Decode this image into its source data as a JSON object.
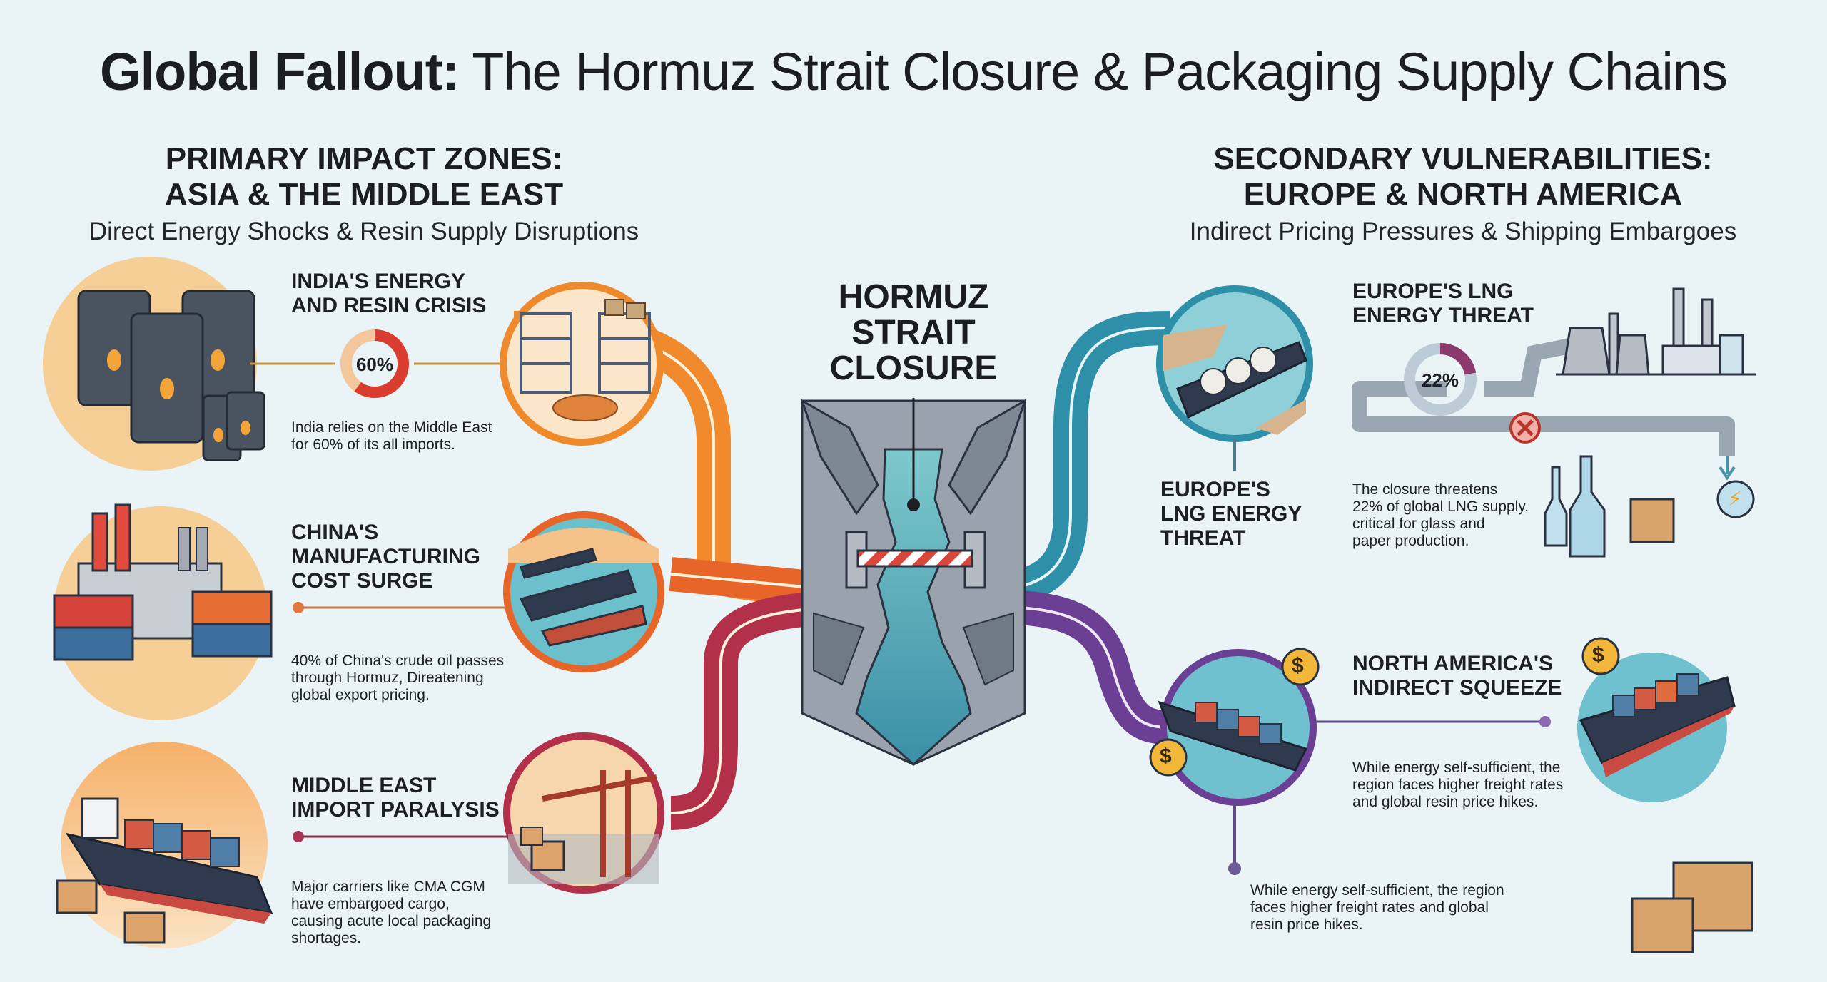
{
  "header": {
    "title_bold": "Global Fallout:",
    "title_rest": " The Hormuz Strait Closure & Packaging Supply Chains"
  },
  "left_section": {
    "heading_line1": "PRIMARY IMPACT ZONES:",
    "heading_line2": "ASIA & THE MIDDLE EAST",
    "subheading": "Direct Energy Shocks & Resin Supply Disruptions",
    "items": [
      {
        "title_line1": "INDIA'S ENERGY",
        "title_line2": "AND RESIN CRISIS",
        "stat": "60%",
        "stat_value": 60,
        "description_line1": "India relies on the Middle East",
        "description_line2": "for 60% of its all imports.",
        "illustration": "oil-barrels",
        "circle_illustration": "warehouse-shelves-resin",
        "color": "#f08a2c"
      },
      {
        "title_line1": "CHINA'S",
        "title_line2": "MANUFACTURING",
        "title_line3": "COST SURGE",
        "description_line1": "40% of China's crude oil passes",
        "description_line2": "through Hormuz, Direatening",
        "description_line3": "global export pricing.",
        "illustration": "factory-containers",
        "circle_illustration": "tanker-ships",
        "color": "#e8652a"
      },
      {
        "title_line1": "MIDDLE EAST",
        "title_line2": "IMPORT PARALYSIS",
        "description_line1": "Major carriers like CMA CGM",
        "description_line2": "have embargoed cargo,",
        "description_line3": "causing acute local packaging",
        "description_line4": "shortages.",
        "illustration": "container-ship-boxes",
        "circle_illustration": "port-crane-boxes",
        "color": "#b3304a"
      }
    ]
  },
  "center": {
    "title_line1": "HORMUZ",
    "title_line2": "STRAIT",
    "title_line3": "CLOSURE",
    "illustration": "strait-barrier"
  },
  "right_section": {
    "heading_line1": "SECONDARY VULNERABILITIES:",
    "heading_line2": "EUROPE & NORTH AMERICA",
    "subheading": "Indirect Pricing Pressures & Shipping Embargoes",
    "items": [
      {
        "title_line1": "EUROPE'S LNG",
        "title_line2": "ENERGY THREAT",
        "side_title_line1": "EUROPE'S",
        "side_title_line2": "LNG ENERGY",
        "side_title_line3": "THREAT",
        "stat": "22%",
        "stat_value": 22,
        "description_line1": "The closure threatens",
        "description_line2": "22% of global LNG supply,",
        "description_line3": "critical for glass and",
        "description_line4": "paper production.",
        "illustration": "pipeline-power-plant",
        "circle_illustration": "lng-tanker",
        "color": "#2e8fa8"
      },
      {
        "title_line1": "NORTH AMERICA'S",
        "title_line2": "INDIRECT SQUEEZE",
        "description_line1": "While energy self-sufficient, the",
        "description_line2": "region faces higher freight rates",
        "description_line3": "and global resin price hikes.",
        "extra_description_line1": "While energy self-sufficient, the region",
        "extra_description_line2": "faces higher freight rates and global",
        "extra_description_line3": "resin price hikes.",
        "illustration": "container-ship-dollar",
        "circle_illustration": "container-ship-coins",
        "color": "#6b3f93"
      }
    ]
  },
  "colors": {
    "background": "#eaf4f7",
    "orange": "#f08a2c",
    "red_orange": "#e8652a",
    "crimson": "#b3304a",
    "teal": "#2e8fa8",
    "purple": "#6b3f93",
    "text": "#1d1f26"
  }
}
